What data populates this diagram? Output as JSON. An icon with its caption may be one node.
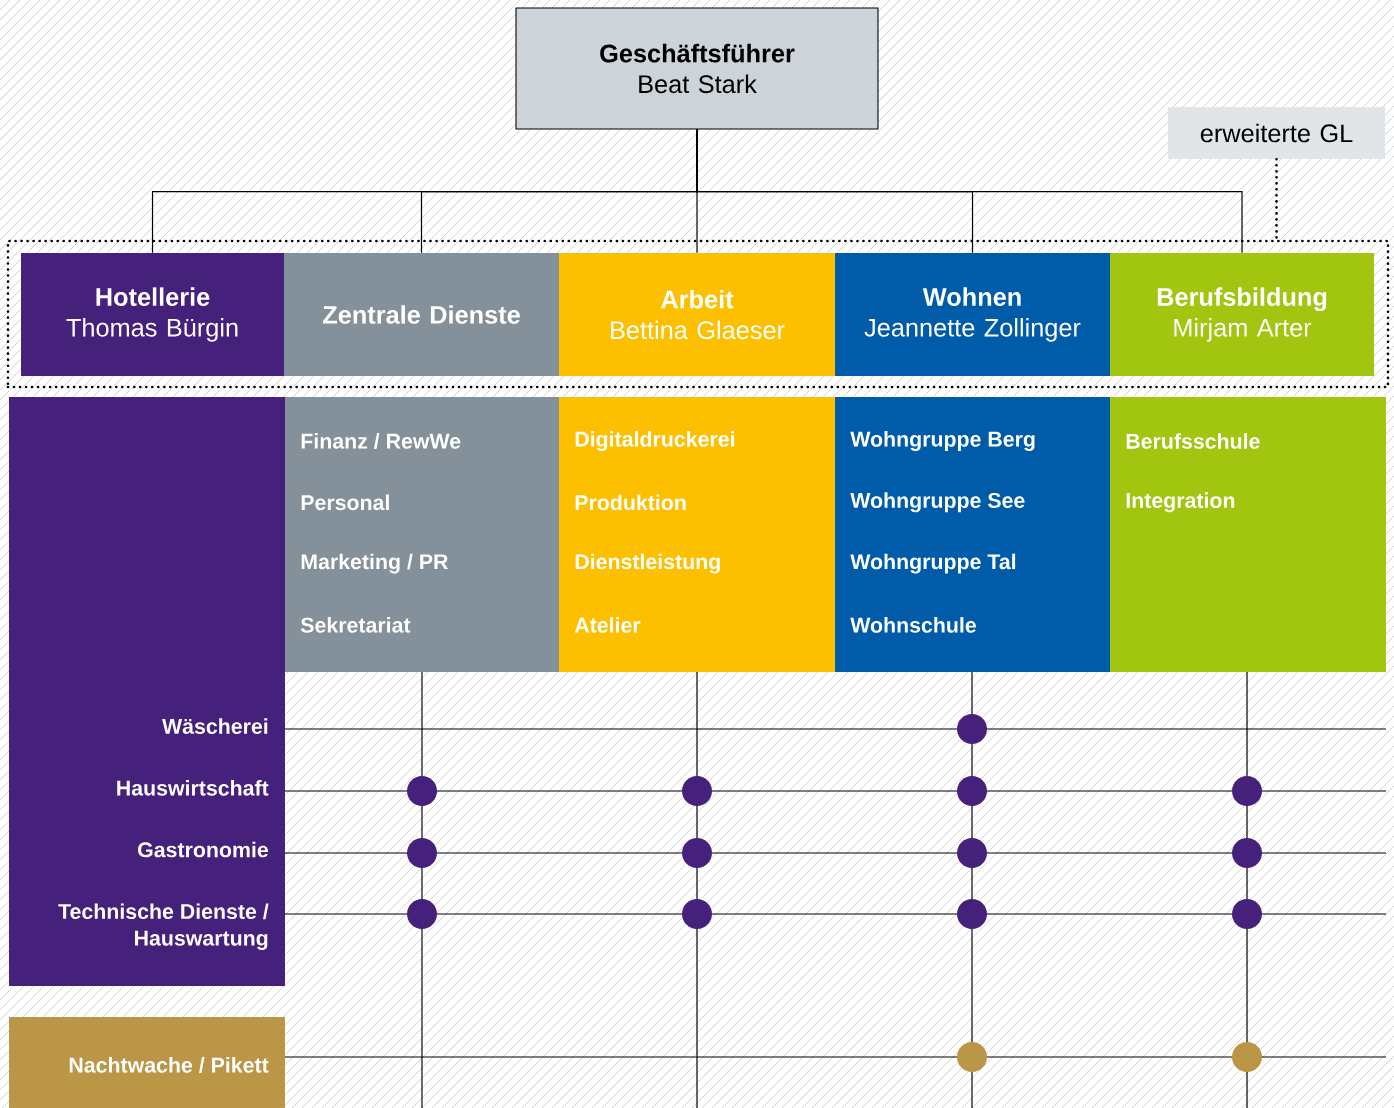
{
  "diagram": {
    "nodes": [
      {
        "text": [
          "Geschäftsführer",
          "Beat Stark"
        ]
      },
      {
        "text": [
          "erweiterte GL"
        ]
      },
      {
        "text": [],
        "shape": "box"
      },
      {
        "text": [
          "Hotellerie",
          "Thomas Bürgin"
        ],
        "in": 2
      },
      {
        "text": [
          "Zentrale Dienste"
        ],
        "in": 2
      },
      {
        "text": [
          "Arbeit",
          "Bettina Glaeser"
        ],
        "in": 2
      },
      {
        "text": [
          "Wohnen",
          "Jeannette Zollinger"
        ],
        "in": 2
      },
      {
        "text": [
          "Berufsbildung",
          "Mirjam Arter"
        ],
        "in": 2
      },
      {
        "text": [
          "Wäscherei",
          "Hauswirtschaft",
          "Gastronomie",
          "Technische Dienste / Hauswartung"
        ]
      },
      {
        "text": [
          "Finanz / RewWe",
          "Personal",
          "Marketing / PR",
          "Sekretariat"
        ]
      },
      {
        "text": [
          "Digitaldruckerei",
          "Produktion",
          "Dienstleistung",
          "Atelier"
        ]
      },
      {
        "text": [
          "Wohngruppe Berg",
          "Wohngruppe See",
          "Wohngruppe Tal",
          "Wohnschule"
        ]
      },
      {
        "text": [
          "Berufsschule",
          "Integration"
        ]
      },
      {
        "text": [
          "Nachtwache / Pikett"
        ]
      }
    ],
    "edges": [
      {
        "from": 0,
        "to": 3,
        "arrow": "none"
      },
      {
        "from": 0,
        "to": 4,
        "arrow": "none"
      },
      {
        "from": 0,
        "to": 5,
        "arrow": "none"
      },
      {
        "from": 0,
        "to": 6,
        "arrow": "none"
      },
      {
        "from": 0,
        "to": 7,
        "arrow": "none"
      },
      {
        "from": 1,
        "to": 2,
        "arrow": "none",
        "style": "dashed"
      }
    ]
  }
}
